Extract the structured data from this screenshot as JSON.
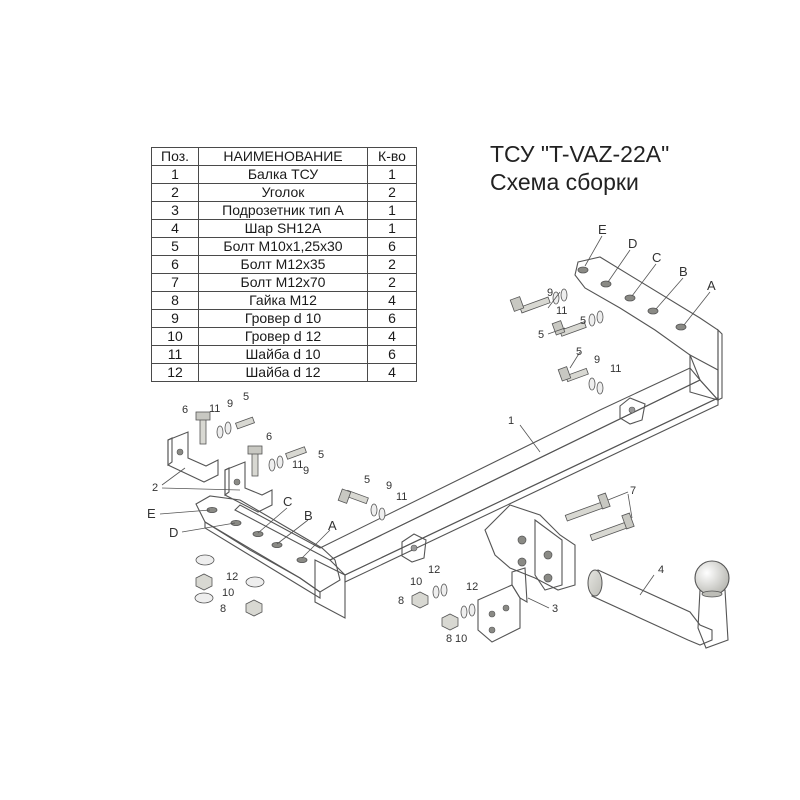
{
  "title": {
    "line1": "ТСУ \"T-VAZ-22A\"",
    "line2": "Схема сборки"
  },
  "table": {
    "headers": [
      "Поз.",
      "НАИМЕНОВАНИЕ",
      "К-во"
    ],
    "rows": [
      [
        "1",
        "Балка ТСУ",
        "1"
      ],
      [
        "2",
        "Уголок",
        "2"
      ],
      [
        "3",
        "Подрозетник тип А",
        "1"
      ],
      [
        "4",
        "Шар SH12A",
        "1"
      ],
      [
        "5",
        "Болт М10х1,25х30",
        "6"
      ],
      [
        "6",
        "Болт М12х35",
        "2"
      ],
      [
        "7",
        "Болт М12х70",
        "2"
      ],
      [
        "8",
        "Гайка М12",
        "4"
      ],
      [
        "9",
        "Гровер d 10",
        "6"
      ],
      [
        "10",
        "Гровер d 12",
        "4"
      ],
      [
        "11",
        "Шайба d 10",
        "6"
      ],
      [
        "12",
        "Шайба d 12",
        "4"
      ]
    ]
  },
  "hole_labels": [
    "A",
    "B",
    "C",
    "D",
    "E"
  ],
  "callouts": {
    "n1": "1",
    "n2": "2",
    "n3": "3",
    "n4": "4",
    "n5": "5",
    "n6": "6",
    "n7": "7",
    "n8": "8",
    "n9": "9",
    "n10": "10",
    "n11": "11",
    "n12": "12"
  }
}
